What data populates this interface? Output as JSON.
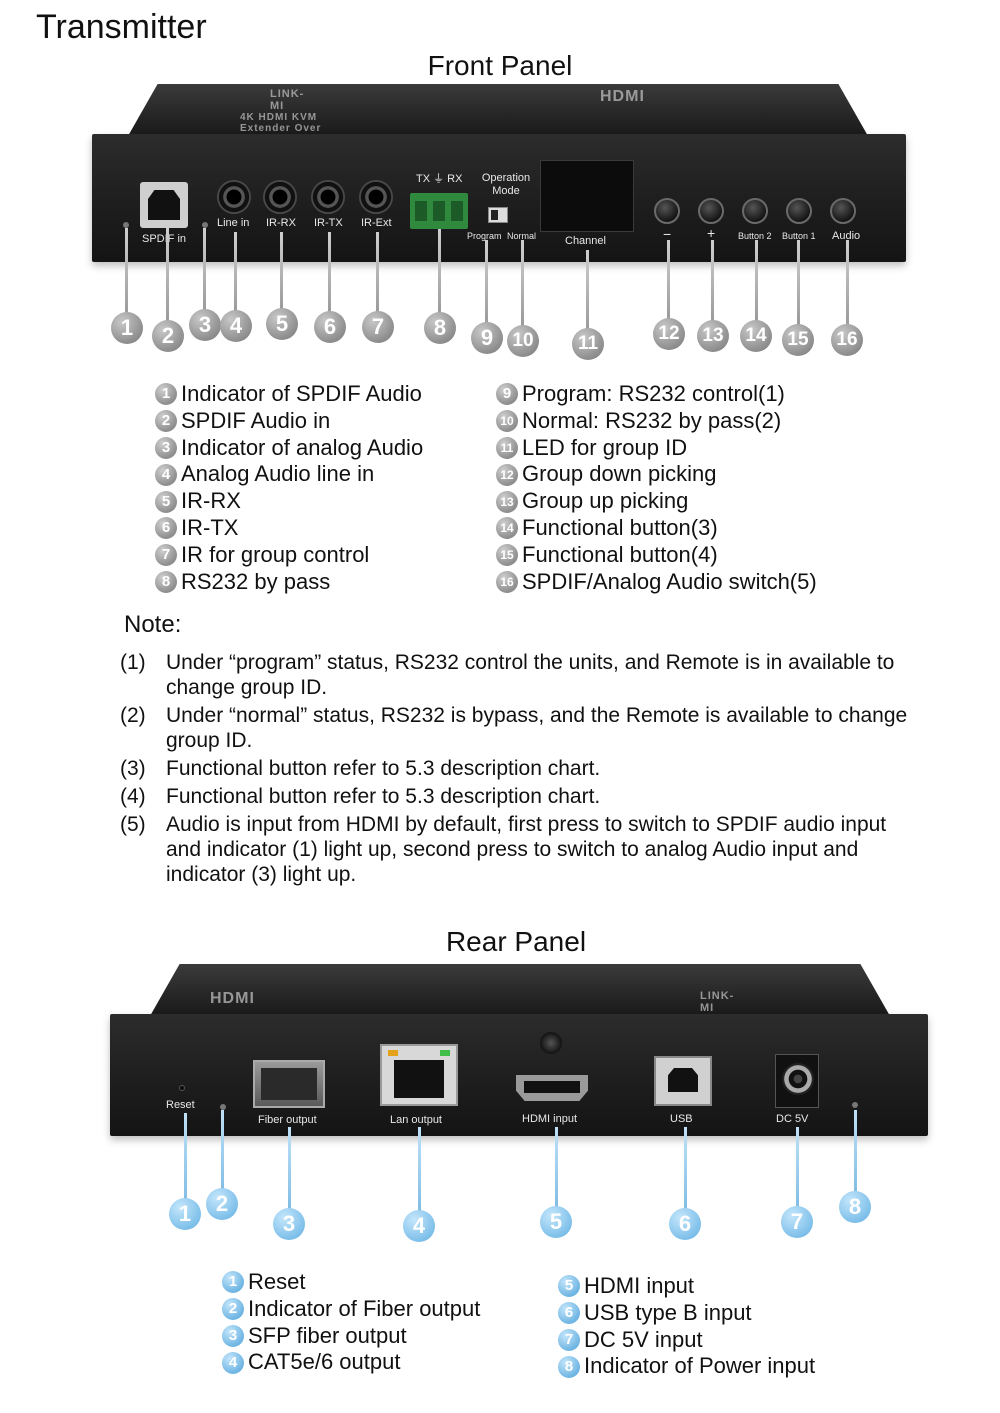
{
  "title": "Transmitter",
  "front": {
    "heading": "Front Panel",
    "labels": {
      "spdif_in": "SPDIF in",
      "line_in": "Line in",
      "ir_rx": "IR-RX",
      "ir_tx": "IR-TX",
      "ir_ext": "IR-Ext",
      "tx_rx": "TX ⏚ RX",
      "operation_mode": "Operation Mode",
      "program": "Program",
      "normal": "Normal",
      "channel": "Channel",
      "minus": "−",
      "plus": "+",
      "button2": "Button 2",
      "button1": "Button 1",
      "audio": "Audio"
    },
    "callouts": [
      "1",
      "2",
      "3",
      "4",
      "5",
      "6",
      "7",
      "8",
      "9",
      "10",
      "11",
      "12",
      "13",
      "14",
      "15",
      "16"
    ],
    "legend_left": [
      {
        "num": "1",
        "text": "Indicator of SPDIF Audio"
      },
      {
        "num": "2",
        "text": "SPDIF Audio in"
      },
      {
        "num": "3",
        "text": "Indicator of analog Audio"
      },
      {
        "num": "4",
        "text": "Analog Audio line in"
      },
      {
        "num": "5",
        "text": "IR-RX"
      },
      {
        "num": "6",
        "text": "IR-TX"
      },
      {
        "num": "7",
        "text": "IR for group control"
      },
      {
        "num": "8",
        "text": "RS232 by pass"
      }
    ],
    "legend_right": [
      {
        "num": "9",
        "text": "Program: RS232 control(1)"
      },
      {
        "num": "10",
        "text": "Normal: RS232 by pass(2)"
      },
      {
        "num": "11",
        "text": "LED for group ID"
      },
      {
        "num": "12",
        "text": "Group down picking"
      },
      {
        "num": "13",
        "text": "Group up picking"
      },
      {
        "num": "14",
        "text": "Functional button(3)"
      },
      {
        "num": "15",
        "text": "Functional button(4)"
      },
      {
        "num": "16",
        "text": "SPDIF/Analog Audio switch(5)"
      }
    ]
  },
  "note": {
    "heading": "Note:",
    "items": [
      {
        "num": "(1)",
        "text": "Under “program” status, RS232 control the units, and Remote is in available to change group ID."
      },
      {
        "num": "(2)",
        "text": "Under “normal” status, RS232 is bypass, and the Remote is available to change group ID."
      },
      {
        "num": "(3)",
        "text": "Functional button refer to 5.3 description chart."
      },
      {
        "num": "(4)",
        "text": "Functional button refer to 5.3 description chart."
      },
      {
        "num": "(5)",
        "text": "Audio is input from HDMI by default, first press to switch to SPDIF audio input and indicator (1) light up, second press to switch to analog Audio input and indicator (3) light up."
      }
    ]
  },
  "rear": {
    "heading": "Rear Panel",
    "labels": {
      "reset": "Reset",
      "fiber_output": "Fiber output",
      "lan_output": "Lan output",
      "hdmi_input": "HDMI input",
      "usb": "USB",
      "dc5v": "DC 5V"
    },
    "callouts": [
      "1",
      "2",
      "3",
      "4",
      "5",
      "6",
      "7",
      "8"
    ],
    "legend_left": [
      {
        "num": "1",
        "text": "Reset"
      },
      {
        "num": "2",
        "text": "Indicator of Fiber output"
      },
      {
        "num": "3",
        "text": "SFP fiber output"
      },
      {
        "num": "4",
        "text": "CAT5e/6 output"
      }
    ],
    "legend_right": [
      {
        "num": "5",
        "text": "HDMI input"
      },
      {
        "num": "6",
        "text": "USB type B input"
      },
      {
        "num": "7",
        "text": "DC 5V input"
      },
      {
        "num": "8",
        "text": "Indicator of Power input"
      }
    ]
  }
}
